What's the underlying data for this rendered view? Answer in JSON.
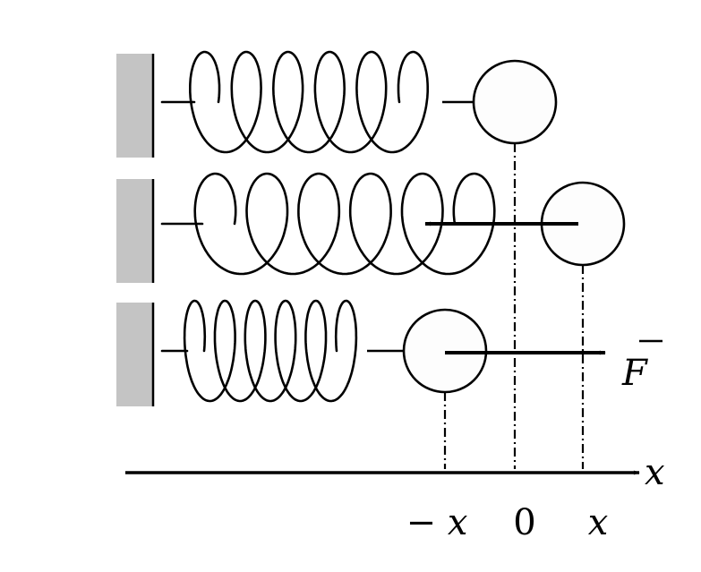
{
  "diagram": {
    "force_label": "F",
    "axis_label": "x",
    "tick_labels": {
      "negative": "− x",
      "zero": "0",
      "positive": "x"
    },
    "colors": {
      "wall": "#c4c4c4",
      "ink": "#000000",
      "mass_fill": "#fdfdfd"
    }
  }
}
